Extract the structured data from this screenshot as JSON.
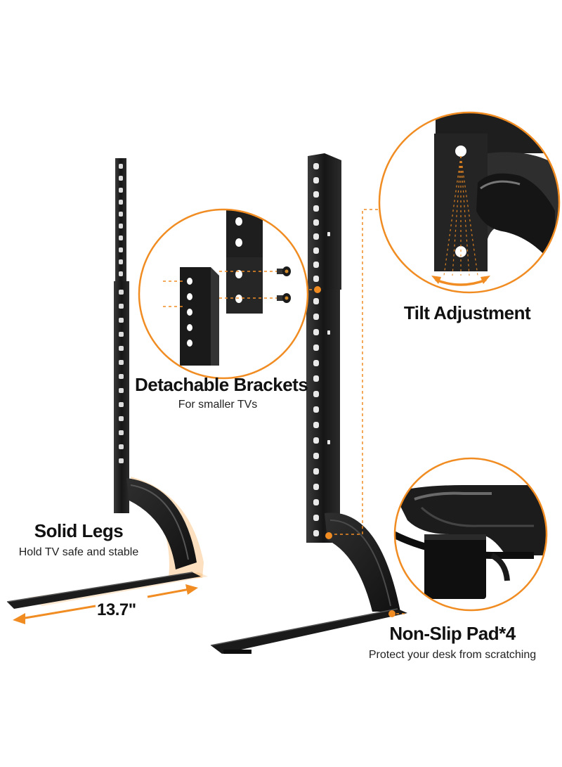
{
  "colors": {
    "accent": "#f08c22",
    "steel": "#1c1c1c",
    "steel_light": "#3a3a3a",
    "background": "#ffffff"
  },
  "features": {
    "detachable": {
      "title": "Detachable Brackets",
      "subtitle": "For smaller TVs"
    },
    "tilt": {
      "title": "Tilt Adjustment"
    },
    "legs": {
      "title": "Solid Legs",
      "subtitle": "Hold TV safe and stable"
    },
    "pad": {
      "title": "Non-Slip Pad*4",
      "subtitle": "Protect your desk from scratching"
    }
  },
  "dimension": {
    "depth_label": "13.7\""
  },
  "icons": [
    "tilt-arrow-icon",
    "screw-icon",
    "callout-dot-icon"
  ]
}
